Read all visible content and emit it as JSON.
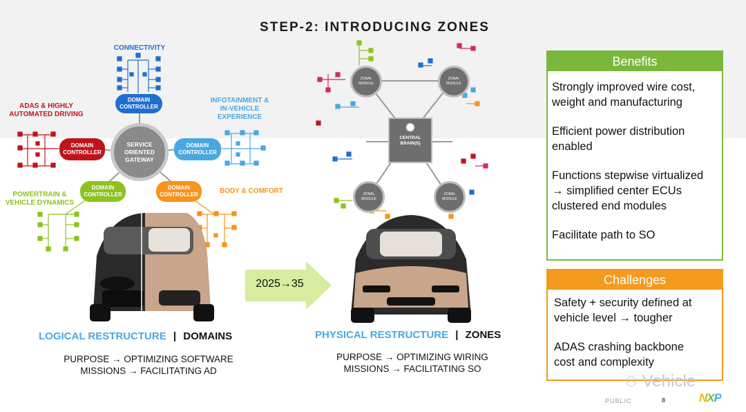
{
  "slide": {
    "title": "STEP-2: INTRODUCING ZONES",
    "footer_public": "PUBLIC",
    "page_number": "8",
    "logo": "NXP",
    "watermark": "Vehicle"
  },
  "domains": {
    "connectivity": "CONNECTIVITY",
    "adas": "ADAS & HIGHLY\nAUTOMATED DRIVING",
    "infotainment": "INFOTAINMENT &\nIN-VEHICLE\nEXPERIENCE",
    "powertrain": "POWERTRAIN &\nVEHICLE DYNAMICS",
    "body": "BODY & COMFORT",
    "controller_label": "DOMAIN\nCONTROLLER",
    "gateway_label": "SERVICE\nORIENTED\nGATEWAY"
  },
  "zones": {
    "zonal_module_label": "ZONAL\nMODULE",
    "central_brain_label": "CENTRAL\nBRAIN(S)"
  },
  "transition": {
    "label": "2025→35"
  },
  "captions": {
    "left_heading_blue": "LOGICAL RESTRUCTURE",
    "left_heading_black": "DOMAINS",
    "left_line1": "PURPOSE → OPTIMIZING SOFTWARE",
    "left_line2": "MISSIONS → FACILITATING AD",
    "right_heading_blue": "PHYSICAL RESTRUCTURE",
    "right_heading_black": "ZONES",
    "right_line1": "PURPOSE → OPTIMIZING WIRING",
    "right_line2": "MISSIONS → FACILITATING SO",
    "separator": "|"
  },
  "benefits": {
    "heading": "Benefits",
    "items": [
      "Strongly improved wire cost,\nweight and manufacturing",
      "Efficient power distribution\nenabled",
      "Functions stepwise virtualized\n→ simplified center ECUs\nclustered end modules",
      "Facilitate path to SO"
    ]
  },
  "challenges": {
    "heading": "Challenges",
    "items": [
      "Safety + security defined at\nvehicle level → tougher",
      "ADAS crashing backbone\ncost and complexity"
    ]
  },
  "colors": {
    "connectivity": "#1f6fd1",
    "adas": "#c0141b",
    "infotainment": "#4aa8e0",
    "powertrain": "#8dc21f",
    "body": "#f7941d",
    "benefits": "#7ab83d",
    "challenges": "#f39a1f",
    "zone_magenta": "#d6266b"
  }
}
